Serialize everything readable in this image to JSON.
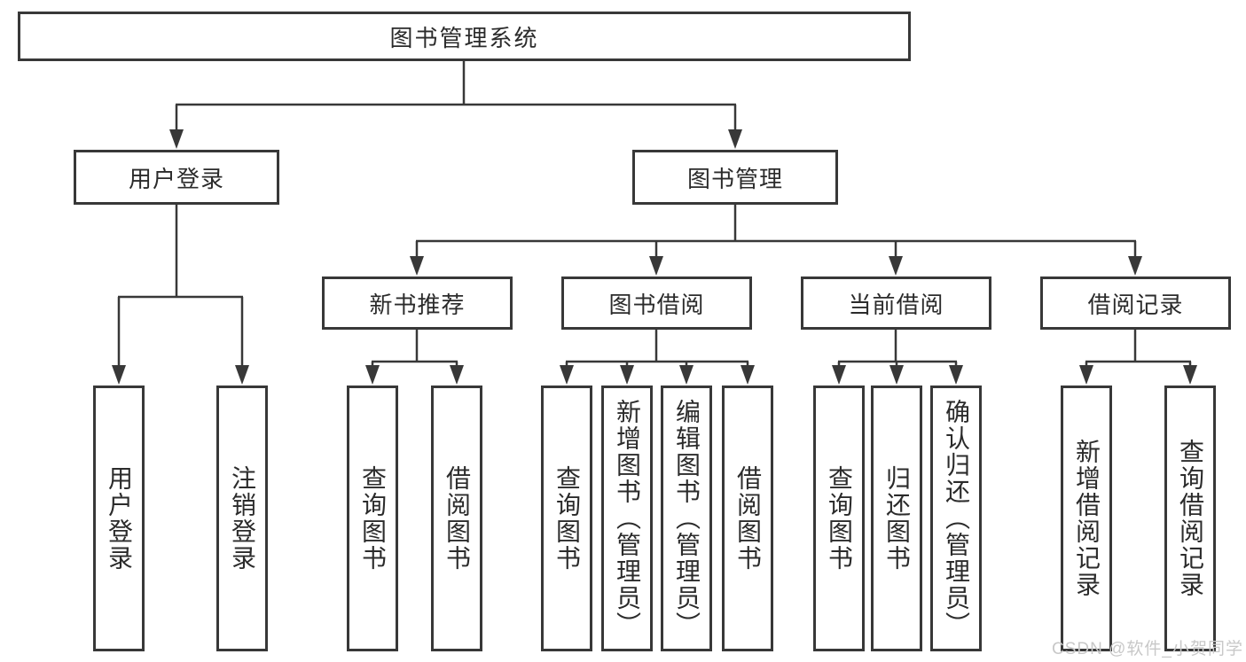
{
  "page": {
    "background": "#ffffff"
  },
  "colors": {
    "line": "#383838",
    "box_border": "#383838",
    "text": "#2b2b2b",
    "watermark": "#c8c8c8"
  },
  "root": {
    "label": "图书管理系统"
  },
  "branches": {
    "user_login": {
      "label": "用户登录",
      "children": [
        {
          "label": "用户登录"
        },
        {
          "label": "注销登录"
        }
      ]
    },
    "book_management": {
      "label": "图书管理",
      "groups": {
        "new_book_recommend": {
          "label": "新书推荐",
          "children": [
            {
              "label": "查询图书"
            },
            {
              "label": "借阅图书"
            }
          ]
        },
        "book_borrow": {
          "label": "图书借阅",
          "children": [
            {
              "label": "查询图书"
            },
            {
              "label": "新增图书（管理员）"
            },
            {
              "label": "编辑图书（管理员）"
            },
            {
              "label": "借阅图书"
            }
          ]
        },
        "current_borrow": {
          "label": "当前借阅",
          "children": [
            {
              "label": "查询图书"
            },
            {
              "label": "归还图书"
            },
            {
              "label": "确认归还（管理员）"
            }
          ]
        },
        "borrow_records": {
          "label": "借阅记录",
          "children": [
            {
              "label": "新增借阅记录"
            },
            {
              "label": "查询借阅记录"
            }
          ]
        }
      }
    }
  },
  "watermark": {
    "text": "CSDN @软件_小贺同学"
  }
}
